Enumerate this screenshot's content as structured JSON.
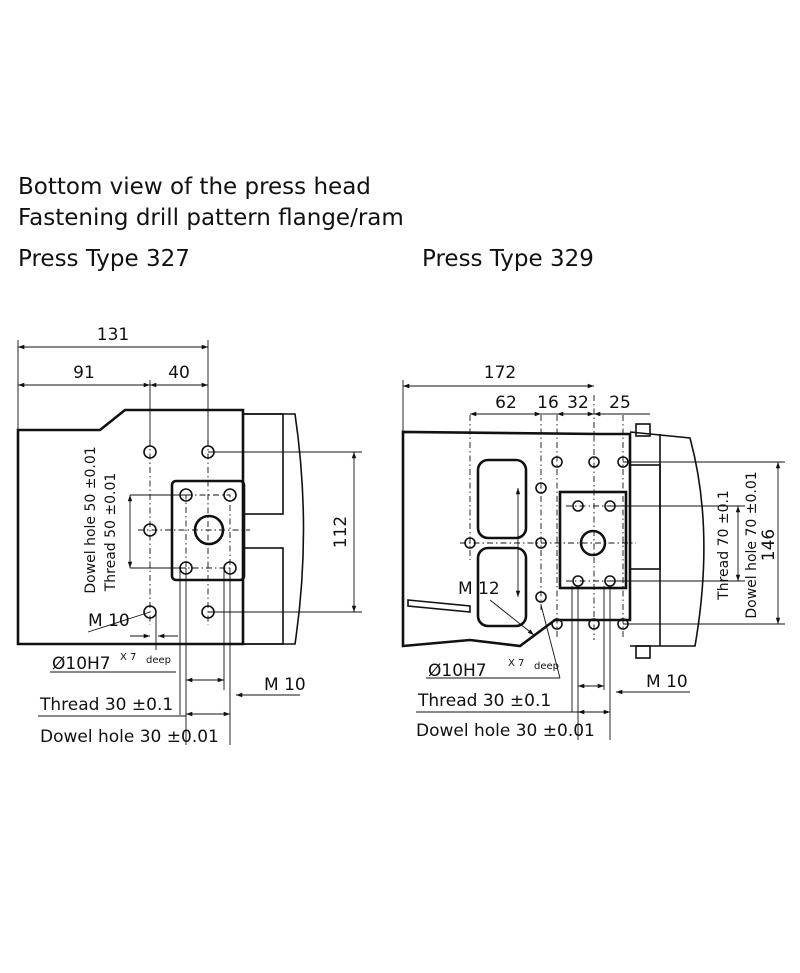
{
  "header": {
    "title": "Bottom view of the press head",
    "subtitle": "Fastening drill pattern flange/ram"
  },
  "press327": {
    "label": "Press Type 327",
    "dim_total_width": "131",
    "dim_left_width": "91",
    "dim_right_width": "40",
    "dim_height": "112",
    "dowel_hole_vertical": "Dowel hole 50 ±0.01",
    "thread_vertical": "Thread 50 ±0.01",
    "m10_left": "M 10",
    "m10_right": "M 10",
    "dowel_diameter": "Ø10H7",
    "dowel_depth_sup": "X 7",
    "dowel_deep": "deep",
    "thread_horizontal": "Thread 30 ±0.1",
    "dowel_hole_horizontal": "Dowel hole 30 ±0.01"
  },
  "press329": {
    "label": "Press Type 329",
    "dim_total_width": "172",
    "dim_a": "62",
    "dim_b": "16",
    "dim_c": "32",
    "dim_d": "25",
    "dim_height": "146",
    "thread_vertical": "Thread 70 ±0.1",
    "dowel_hole_vertical": "Dowel hole 70 ±0.01",
    "m12": "M 12",
    "m10_right": "M 10",
    "dowel_diameter": "Ø10H7",
    "dowel_depth_sup": "X 7",
    "dowel_deep": "deep",
    "thread_horizontal": "Thread 30 ±0.1",
    "dowel_hole_horizontal": "Dowel hole 30 ±0.01"
  }
}
